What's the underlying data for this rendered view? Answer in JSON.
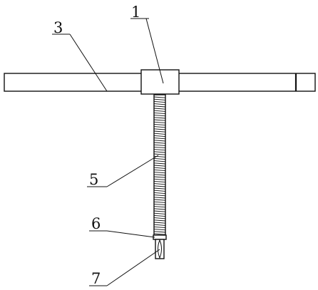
{
  "diagram": {
    "labels": [
      {
        "id": "l1",
        "text": "1"
      },
      {
        "id": "l3",
        "text": "3"
      },
      {
        "id": "l5",
        "text": "5"
      },
      {
        "id": "l6",
        "text": "6"
      },
      {
        "id": "l7",
        "text": "7"
      }
    ],
    "colors": {
      "stroke": "#111111",
      "background": "#ffffff"
    }
  }
}
